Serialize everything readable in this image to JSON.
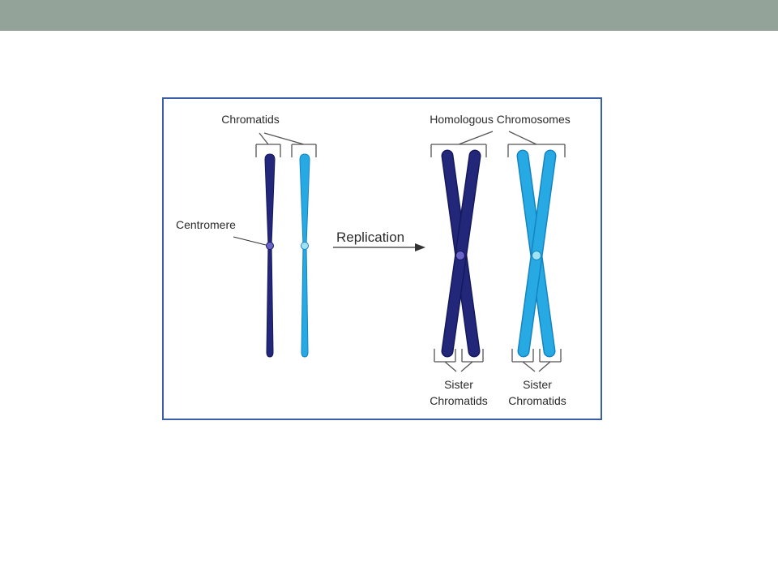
{
  "diagram": {
    "labels": {
      "chromatids": "Chromatids",
      "homologous": "Homologous Chromosomes",
      "centromere": "Centromere",
      "replication": "Replication",
      "sister_line1_a": "Sister",
      "sister_line2_a": "Chromatids",
      "sister_line1_b": "Sister",
      "sister_line2_b": "Chromatids"
    },
    "colors": {
      "dark_chromatid": "#23277a",
      "dark_edge": "#15185a",
      "light_chromatid": "#27a9e3",
      "light_edge": "#1585c0",
      "dark_centromere": "#6a63c8",
      "light_centromere": "#9fe3f5",
      "frame_border": "#3a5fa8",
      "top_bar": "#94a39a"
    }
  }
}
